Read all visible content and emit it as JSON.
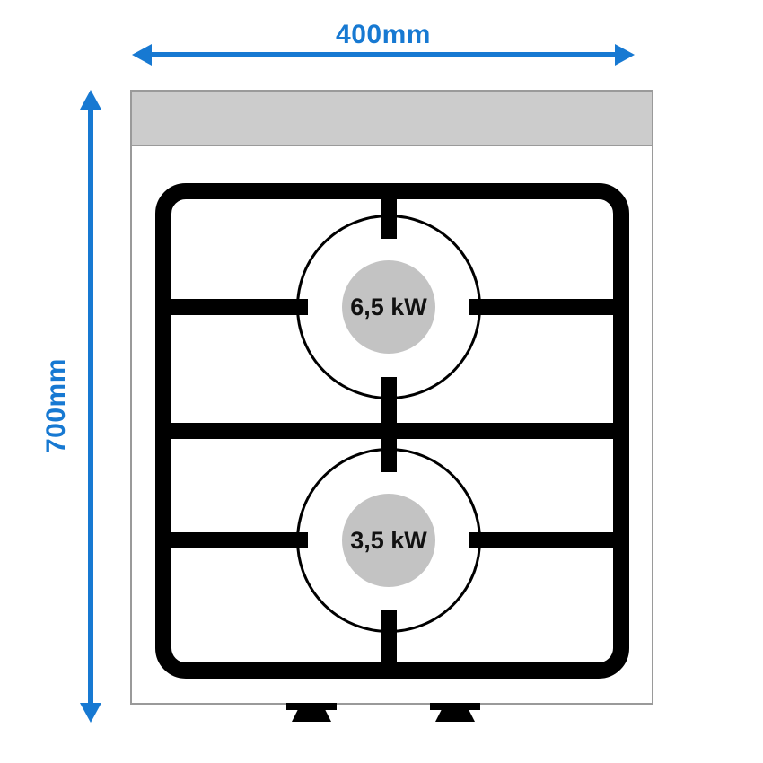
{
  "colors": {
    "dimension_blue": "#1779d2",
    "panel_gray": "#cccccc",
    "burner_gray": "#c3c3c3",
    "line_gray": "#9a9a9a",
    "grate_black": "#000000"
  },
  "dimensions": {
    "width_label": "400mm",
    "height_label": "700mm"
  },
  "burners": [
    {
      "position": "rear",
      "power_label": "6,5 kW"
    },
    {
      "position": "front",
      "power_label": "3,5 kW"
    }
  ]
}
